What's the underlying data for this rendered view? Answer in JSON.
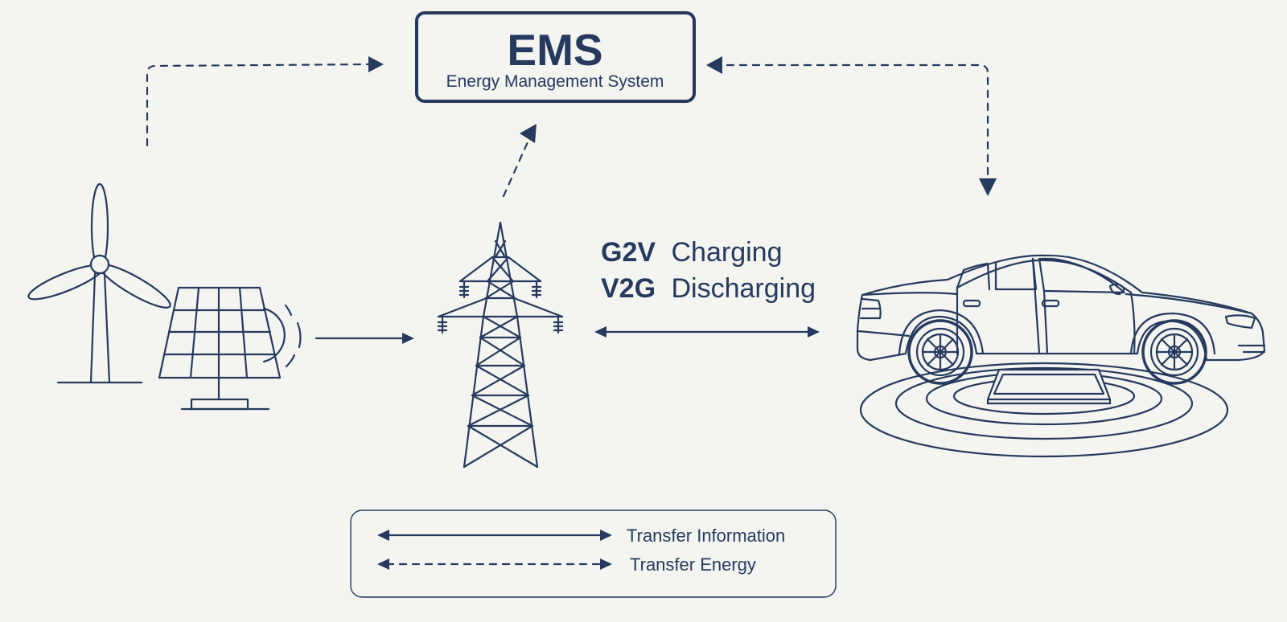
{
  "ems": {
    "title": "EMS",
    "subtitle": "Energy Management System"
  },
  "energy_modes": {
    "line1_bold": "G2V",
    "line1_rest": "Charging",
    "line2_bold": "V2G",
    "line2_rest": "Discharging"
  },
  "legend": {
    "solid_label": "Transfer Information",
    "dashed_label": "Transfer Energy"
  },
  "colors": {
    "ink": "#253a5e",
    "background": "#f4f4f0"
  },
  "icons": [
    "wind-turbine-icon",
    "solar-panel-icon",
    "transmission-tower-icon",
    "electric-car-icon",
    "wireless-charging-pad-icon"
  ]
}
